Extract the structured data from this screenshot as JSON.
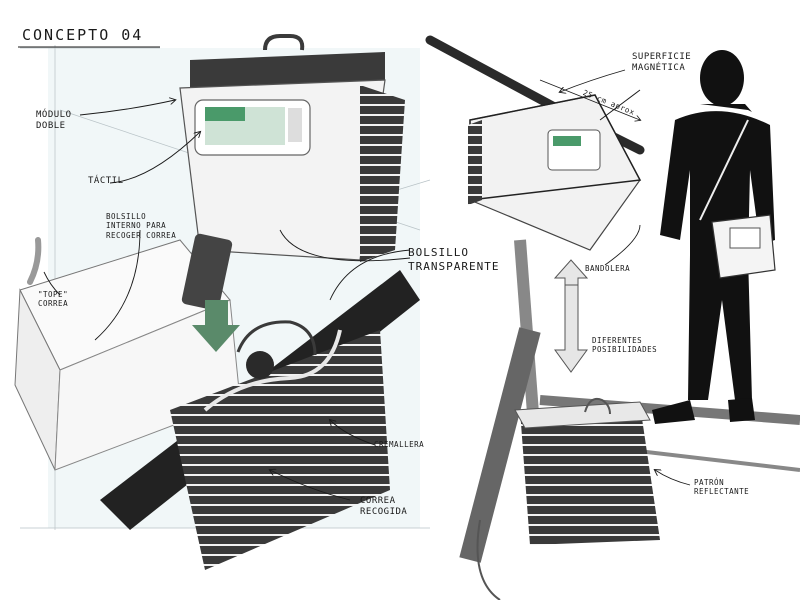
{
  "title": "CONCEPTO 04",
  "labels": {
    "modulo_doble": "MÓDULO\nDOBLE",
    "tactil": "TÁCTIL",
    "bolsillo_interno": "BOLSILLO\nINTERNO PARA\nRECOGER CORREA",
    "tope_correa": "\"TOPE\"\nCORREA",
    "bolsillo_transparente": "BOLSILLO\nTRANSPARENTE",
    "cremallera": "CREMALLERA",
    "correa_recogida": "CORREA\nRECOGIDA",
    "superficie_magnetica": "SUPERFICIE\nMAGNÉTICA",
    "medida": "25 cm aprox",
    "bandolera": "BANDOLERA",
    "diferentes_posibilidades": "DIFERENTES\nPOSIBILIDADES",
    "patron_reflectante": "PATRÓN\nREFLECTANTE"
  },
  "colors": {
    "ink": "#1a1a1a",
    "bag_dark": "#3a3a3a",
    "bag_light": "#efefef",
    "screen_green": "#4a9a6a",
    "arrow_green": "#5a8a6a",
    "panel_blue": "#e8f1f4"
  }
}
